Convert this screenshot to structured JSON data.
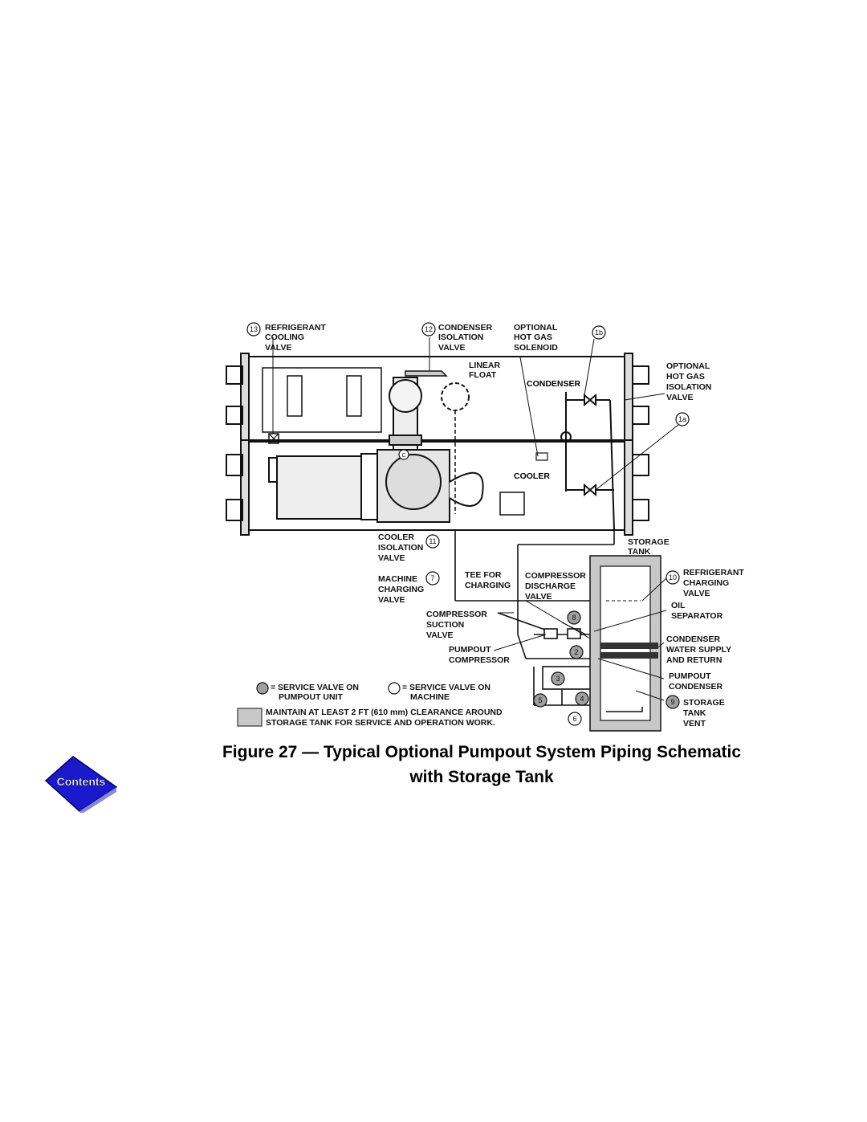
{
  "figure": {
    "caption_line1": "Figure 27 — Typical Optional Pumpout System Piping Schematic",
    "caption_line2": "with Storage Tank"
  },
  "contents_button": {
    "label": "Contents"
  },
  "labels": {
    "refrigerant_cooling_valve": [
      "REFRIGERANT",
      "COOLING",
      "VALVE"
    ],
    "condenser_isolation_valve": [
      "CONDENSER",
      "ISOLATION",
      "VALVE"
    ],
    "optional_hot_gas_solenoid": [
      "OPTIONAL",
      "HOT GAS",
      "SOLENOID"
    ],
    "linear_float": [
      "LINEAR",
      "FLOAT"
    ],
    "condenser": "CONDENSER",
    "cooler": "COOLER",
    "optional_hot_gas_isolation_valve": [
      "OPTIONAL",
      "HOT GAS",
      "ISOLATION",
      "VALVE"
    ],
    "cooler_isolation_valve": [
      "COOLER",
      "ISOLATION",
      "VALVE"
    ],
    "storage_tank": [
      "STORAGE",
      "TANK"
    ],
    "machine_charging_valve": [
      "MACHINE",
      "CHARGING",
      "VALVE"
    ],
    "tee_for_charging": [
      "TEE FOR",
      "CHARGING"
    ],
    "compressor_discharge_valve": [
      "COMPRESSOR",
      "DISCHARGE",
      "VALVE"
    ],
    "refrigerant_charging_valve": [
      "REFRIGERANT",
      "CHARGING",
      "VALVE"
    ],
    "oil_separator": [
      "OIL",
      "SEPARATOR"
    ],
    "compressor_suction_valve": [
      "COMPRESSOR",
      "SUCTION",
      "VALVE"
    ],
    "condenser_water": [
      "CONDENSER",
      "WATER SUPPLY",
      "AND RETURN"
    ],
    "pumpout_compressor": [
      "PUMPOUT",
      "COMPRESSOR"
    ],
    "pumpout_condenser": [
      "PUMPOUT",
      "CONDENSER"
    ],
    "storage_tank_vent": [
      "STORAGE",
      "TANK",
      "VENT"
    ]
  },
  "numbers": {
    "n13": "13",
    "n12": "12",
    "n1b": "1b",
    "n1a": "1a",
    "n11": "11",
    "n7": "7",
    "n10": "10",
    "n8": "8",
    "n2": "2",
    "n3": "3",
    "n4": "4",
    "n5": "5",
    "n6": "6",
    "n9": "9",
    "c_mark": "C"
  },
  "legend": {
    "filled_circle_text": [
      "= SERVICE VALVE ON",
      "PUMPOUT UNIT"
    ],
    "open_circle_text": [
      "= SERVICE VALVE ON",
      "MACHINE"
    ],
    "box_text": [
      "MAINTAIN AT LEAST 2 FT (610 mm) CLEARANCE AROUND",
      "STORAGE TANK FOR SERVICE AND OPERATION WORK."
    ]
  },
  "colors": {
    "line": "#111111",
    "filled_circle": "#a0a0a0",
    "tank_shading": "#c8c8c8",
    "contents_blue": "#1a1acc"
  }
}
